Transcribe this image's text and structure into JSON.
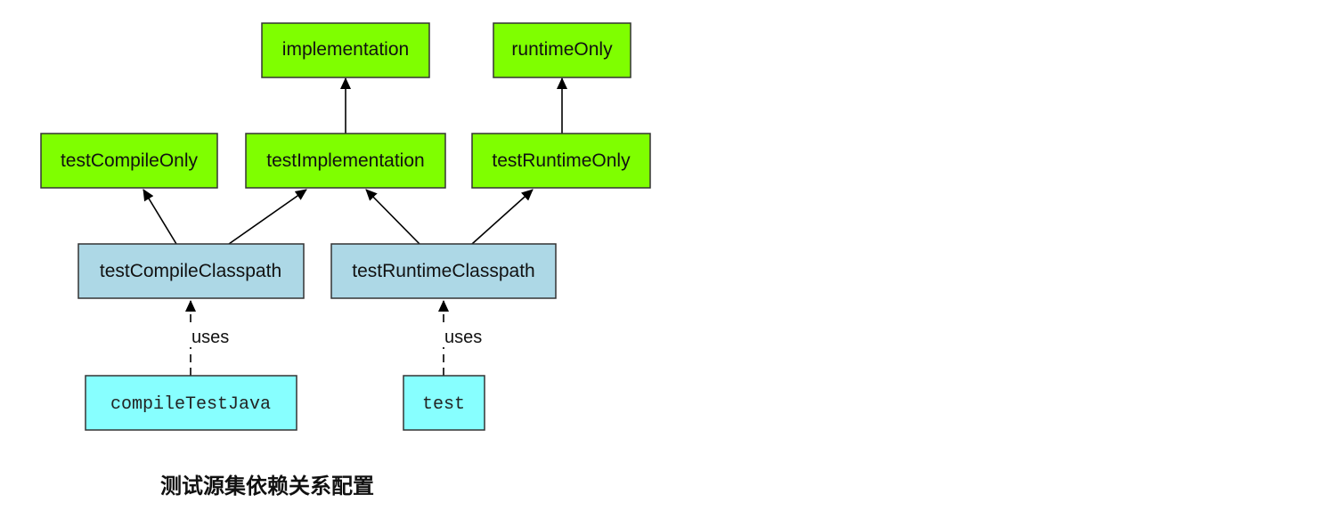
{
  "diagram": {
    "nodes": {
      "implementation": {
        "label": "implementation",
        "fill": "#7fff00"
      },
      "runtime_only": {
        "label": "runtimeOnly",
        "fill": "#7fff00"
      },
      "test_compile_only": {
        "label": "testCompileOnly",
        "fill": "#7fff00"
      },
      "test_implementation": {
        "label": "testImplementation",
        "fill": "#7fff00"
      },
      "test_runtime_only": {
        "label": "testRuntimeOnly",
        "fill": "#7fff00"
      },
      "test_compile_classpath": {
        "label": "testCompileClasspath",
        "fill": "#add8e6"
      },
      "test_runtime_classpath": {
        "label": "testRuntimeClasspath",
        "fill": "#add8e6"
      },
      "compile_test_java": {
        "label": "compileTestJava",
        "fill": "#87ffff"
      },
      "test_task": {
        "label": "test",
        "fill": "#87ffff"
      }
    },
    "edges": [
      {
        "from": "testImplementation",
        "to": "implementation",
        "style": "solid"
      },
      {
        "from": "testRuntimeOnly",
        "to": "runtimeOnly",
        "style": "solid"
      },
      {
        "from": "testCompileClasspath",
        "to": "testCompileOnly",
        "style": "solid"
      },
      {
        "from": "testCompileClasspath",
        "to": "testImplementation",
        "style": "solid"
      },
      {
        "from": "testRuntimeClasspath",
        "to": "testImplementation",
        "style": "solid"
      },
      {
        "from": "testRuntimeClasspath",
        "to": "testRuntimeOnly",
        "style": "solid"
      },
      {
        "from": "compileTestJava",
        "to": "testCompileClasspath",
        "style": "dashed",
        "label": "uses"
      },
      {
        "from": "test",
        "to": "testRuntimeClasspath",
        "style": "dashed",
        "label": "uses"
      }
    ],
    "edge_labels": {
      "uses_left": "uses",
      "uses_right": "uses"
    }
  },
  "caption": "测试源集依赖关系配置"
}
